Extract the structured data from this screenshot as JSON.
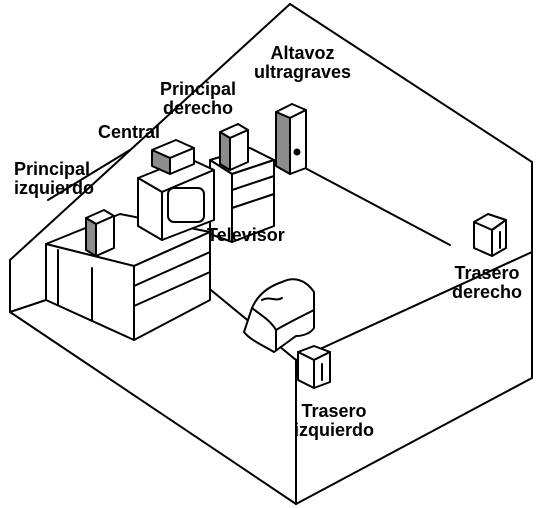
{
  "labels": {
    "subwoofer": {
      "line1": "Altavoz",
      "line2": "ultragraves"
    },
    "front_right": {
      "line1": "Principal",
      "line2": "derecho"
    },
    "center": "Central",
    "front_left": {
      "line1": "Principal",
      "line2": "izquierdo"
    },
    "tv": "Televisor",
    "rear_right": {
      "line1": "Trasero",
      "line2": "derecho"
    },
    "rear_left": {
      "line1": "Trasero",
      "line2": "izquierdo"
    }
  },
  "colors": {
    "line": "#000000",
    "speaker_fill": "#8c8c8c",
    "furniture_fill": "#ffffff"
  }
}
